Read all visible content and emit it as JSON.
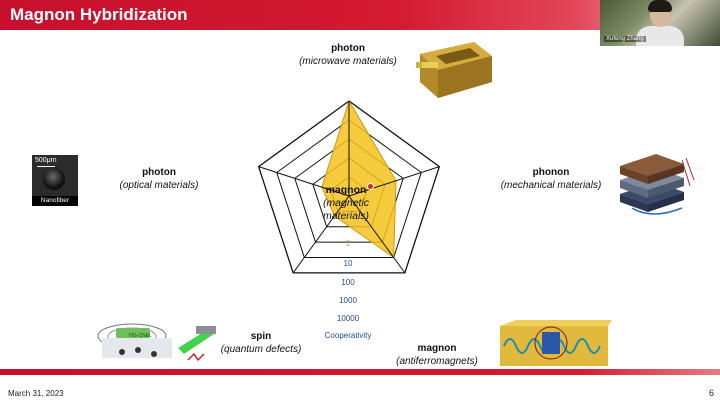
{
  "slide": {
    "title": "Magnon Hybridization",
    "date": "March 31, 2023",
    "page_number": "6"
  },
  "webcam": {
    "participant_name": "Xufeng Zhang"
  },
  "radar": {
    "center": {
      "title": "magnon",
      "subtitle_line1": "(magnetic",
      "subtitle_line2": "materials)"
    },
    "axes": [
      {
        "title": "photon",
        "subtitle": "(microwave materials)"
      },
      {
        "title": "phonon",
        "subtitle": "(mechanical materials)"
      },
      {
        "title": "magnon",
        "subtitle": "(antiferromagnets)"
      },
      {
        "title": "spin",
        "subtitle": "(quantum defects)"
      },
      {
        "title": "photon",
        "subtitle": "(optical materials)"
      }
    ],
    "tick_labels": [
      "1",
      "10",
      "100",
      "1000",
      "10000"
    ],
    "axis_caption": "Cooperativity",
    "fill_color": "#f5c21b",
    "levels": [
      5.0,
      2.6,
      4.0,
      1.3,
      1.5
    ]
  },
  "images": {
    "nanofiber": {
      "scale_label": "500μm",
      "caption": "Nanofiber"
    },
    "yig_sphere": {
      "label": "YIG-CNEL"
    }
  }
}
